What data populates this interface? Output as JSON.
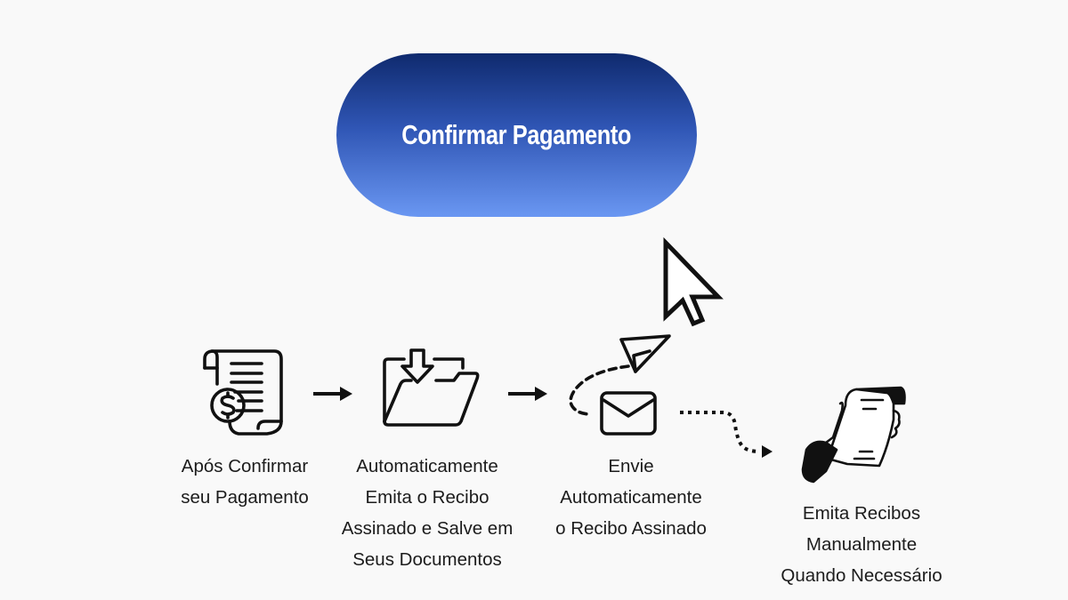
{
  "button": {
    "label": "Confirmar Pagamento"
  },
  "colors": {
    "pill_top": "#0f2a6e",
    "pill_bottom": "#6a97f2",
    "ink": "#111111",
    "background": "#f9f9f9"
  },
  "steps": [
    {
      "icon": "receipt-dollar-icon",
      "lines": [
        "Após Confirmar",
        "seu Pagamento"
      ]
    },
    {
      "icon": "folder-download-icon",
      "lines": [
        "Automaticamente",
        "Emita o Recibo",
        "Assinado e Salve em",
        "Seus Documentos"
      ]
    },
    {
      "icon": "envelope-send-icon",
      "lines": [
        "Envie",
        "Automaticamente",
        "o Recibo Assinado"
      ]
    },
    {
      "icon": "hand-receipt-icon",
      "lines": [
        "Emita Recibos",
        "Manualmente",
        "Quando Necessário"
      ]
    }
  ]
}
